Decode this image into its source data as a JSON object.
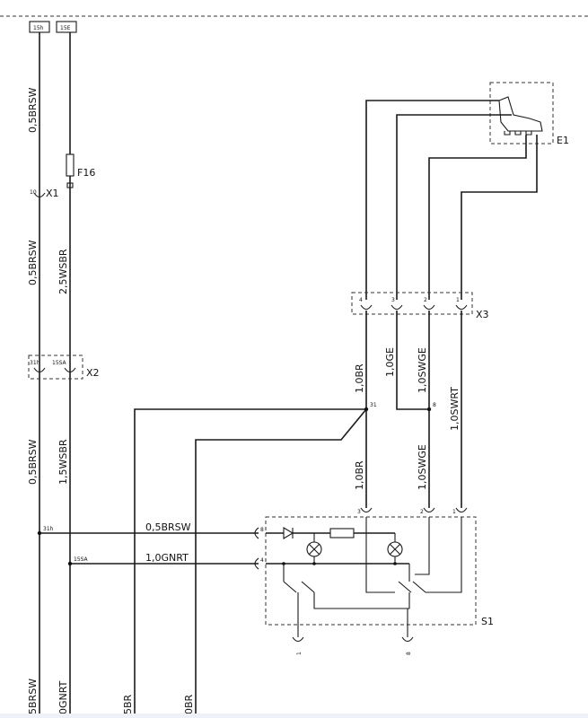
{
  "terminals": {
    "t1": "15h",
    "t2": "15E",
    "x2_left": "31h",
    "x2_right": "15SA"
  },
  "components": {
    "fuse": "F16",
    "conn_x1": "X1",
    "conn_x1_pin": "10",
    "conn_x2": "X2",
    "conn_x3": "X3",
    "seat_heater": "E1",
    "switch": "S1"
  },
  "x3_pins": [
    "4",
    "3",
    "2",
    "1"
  ],
  "wires": {
    "left_top": "0,5BRSW",
    "left_mid": "0,5BRSW",
    "left_low": "0,5BRSW",
    "left_bottom": "5BRSW",
    "second_mid": "2,5WSBR",
    "second_low": "1,5WSBR",
    "second_bottom": "0GNRT",
    "third_bottom": "5BR",
    "fourth_bottom": "0BR",
    "horiz_top": "0,5BRSW",
    "horiz_bottom": "1,0GNRT",
    "v1_upper": "1,0BR",
    "v1_lower": "1,0BR",
    "v2_upper": "1,0GE",
    "v3_upper": "1,0SWGE",
    "v3_lower": "1,0SWGE",
    "v4_upper": "1,0SWRT"
  },
  "node_labels": {
    "junction_31": "31",
    "junction_8": "8",
    "left_31h": "31h",
    "left_15sa": "15SA",
    "s1_pin3": "3",
    "s1_pin2": "2",
    "s1_pin1": "1",
    "s1_pin8": "8",
    "s1_pin4": "4",
    "s1_bottom1": "1",
    "s1_bottom2": "8"
  }
}
